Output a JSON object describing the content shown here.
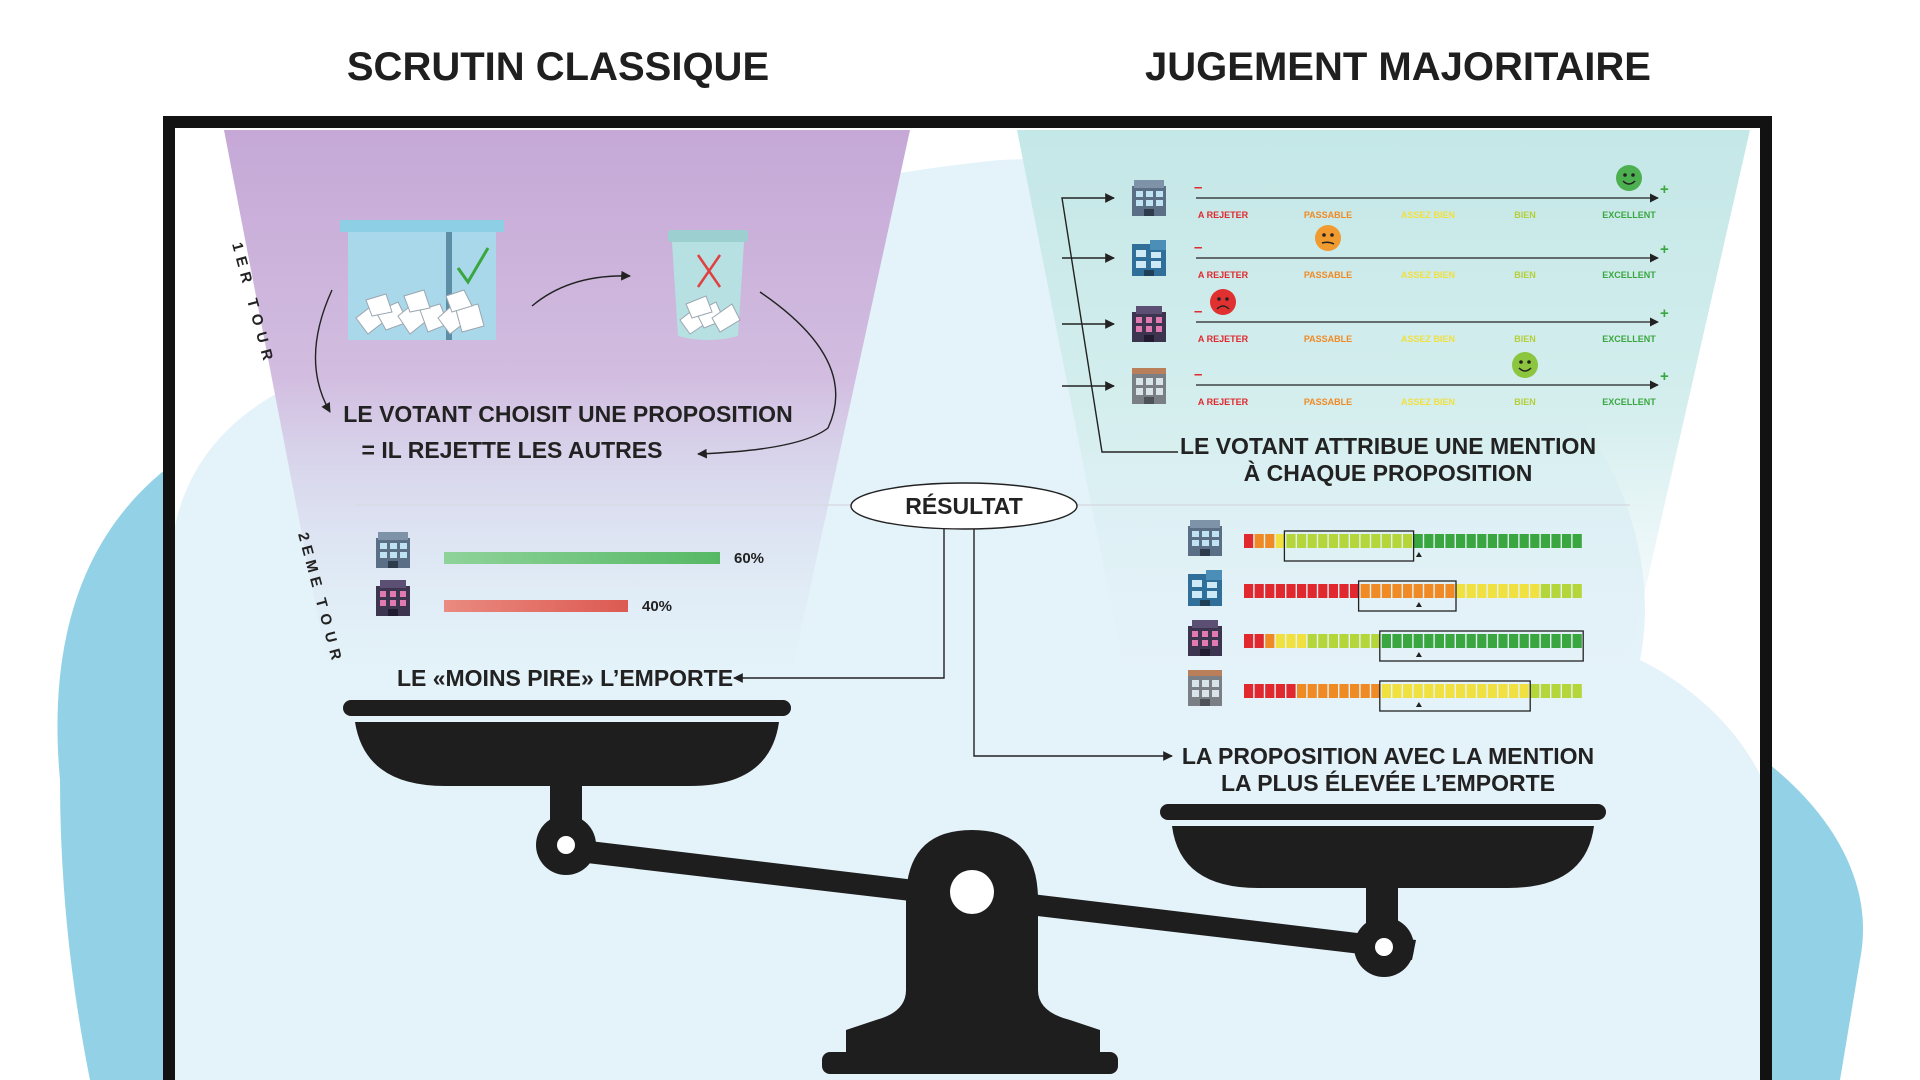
{
  "titles": {
    "left": "SCRUTIN CLASSIQUE",
    "right": "JUGEMENT MAJORITAIRE"
  },
  "classic": {
    "round1_label": [
      "1ER",
      "TOUR"
    ],
    "round2_label": [
      "2EME",
      "TOUR"
    ],
    "choice_line1": "LE VOTANT CHOISIT UNE PROPOSITION",
    "choice_line2": "= IL REJETTE LES AUTRES",
    "results": [
      {
        "label": "60%",
        "value": 60,
        "color": "#6cc27a"
      },
      {
        "label": "40%",
        "value": 40,
        "color": "#e2685e"
      }
    ],
    "winner_text": "LE «MOINS PIRE» L’EMPORTE"
  },
  "center": {
    "result_label": "RÉSULTAT"
  },
  "majority": {
    "scale_labels": [
      "A REJETER",
      "PASSABLE",
      "ASSEZ BIEN",
      "BIEN",
      "EXCELLENT"
    ],
    "scale_colors": [
      "#e0282e",
      "#f08a24",
      "#f0e040",
      "#b5cf3a",
      "#3aa640"
    ],
    "minus": "–",
    "plus": "+",
    "ratings": [
      {
        "mention": "EXCELLENT",
        "mood": "happy",
        "color": "#4caf50"
      },
      {
        "mention": "PASSABLE",
        "mood": "neutral",
        "color": "#f09a30"
      },
      {
        "mention": "A REJETER",
        "mood": "sad",
        "color": "#e03030"
      },
      {
        "mention": "BIEN",
        "mood": "happy",
        "color": "#8cc63f"
      }
    ],
    "assign_line1": "LE VOTANT ATTRIBUE UNE MENTION",
    "assign_line2": "À CHAQUE PROPOSITION",
    "distributions": [
      {
        "counts": {
          "red": 1,
          "orange": 2,
          "yellow": 1,
          "lightgreen": 12,
          "green": 16
        },
        "median": "lightgreen"
      },
      {
        "counts": {
          "red": 11,
          "orange": 9,
          "yellow": 8,
          "lightgreen": 4,
          "green": 0
        },
        "median": "orange"
      },
      {
        "counts": {
          "red": 2,
          "orange": 1,
          "yellow": 3,
          "lightgreen": 7,
          "green": 19
        },
        "median": "green"
      },
      {
        "counts": {
          "red": 5,
          "orange": 8,
          "yellow": 14,
          "lightgreen": 5,
          "green": 0
        },
        "median": "yellow"
      }
    ],
    "winner_line1": "LA PROPOSITION AVEC LA MENTION",
    "winner_line2": "LA PLUS ÉLEVÉE L’EMPORTE"
  }
}
